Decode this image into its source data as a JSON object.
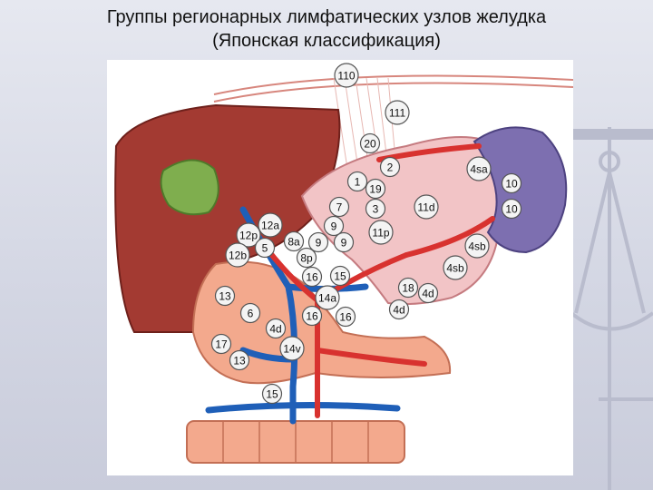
{
  "page": {
    "title_line1": "Группы регионарных лимфатических узлов желудка",
    "title_line2": "(Японская классификация)"
  },
  "colors": {
    "background": "#d3d6e3",
    "liver": "#a33a32",
    "gallbladder": "#7fae4e",
    "stomach": "#f2c4c6",
    "spleen": "#7d6fb0",
    "pancreas": "#f3a98d",
    "portal_vein": "#1f5fb8",
    "artery": "#d8322f",
    "node_fill": "#f4f4f4",
    "node_stroke": "#555555"
  },
  "node_labels": [
    "110",
    "111",
    "20",
    "2",
    "1",
    "19",
    "7",
    "3",
    "11d",
    "4sa",
    "10",
    "10",
    "12a",
    "12p",
    "8a",
    "9",
    "9",
    "9",
    "11p",
    "12b",
    "5",
    "8p",
    "4sb",
    "4sb",
    "16",
    "15",
    "13",
    "18",
    "4d",
    "14a",
    "6",
    "16",
    "16",
    "4d",
    "4d",
    "17",
    "14v",
    "13",
    "15"
  ]
}
